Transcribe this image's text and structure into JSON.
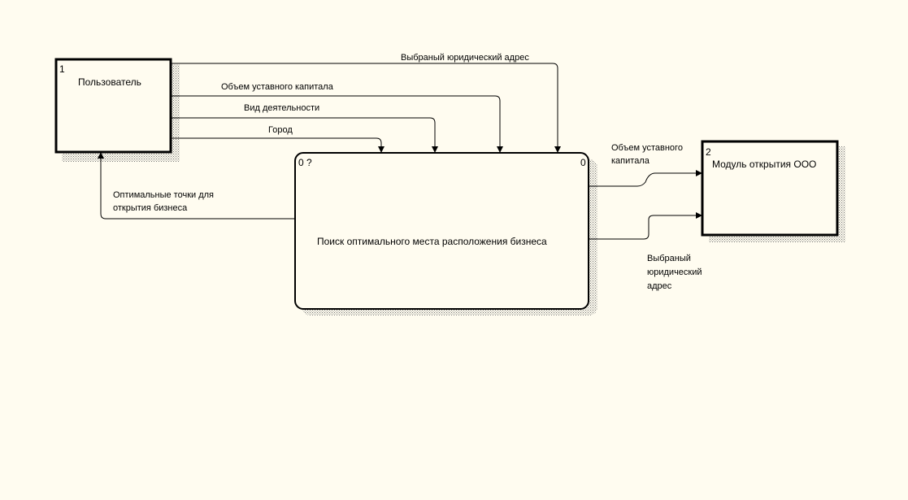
{
  "colors": {
    "background": "#fffcf0",
    "stroke": "#000000",
    "shadow": "#7a7a7a"
  },
  "entities": {
    "user": {
      "number": "1",
      "name": "Пользователь"
    },
    "module": {
      "number": "2",
      "name": "Модуль открытия ООО"
    }
  },
  "process": {
    "number": "0 ?",
    "corner_number": "0",
    "name": "Поиск оптимального места расположения бизнеса"
  },
  "flows": {
    "legal_address": "Выбраный юридический адрес",
    "capital": "Объем уставного капитала",
    "activity": "Вид деятельности",
    "city": "Город",
    "optimal_points": [
      "Оптимальные точки для",
      "открытия бизнеса"
    ],
    "out_capital": [
      "Объем уставного",
      "капитала"
    ],
    "out_address": [
      "Выбраный",
      "юридический",
      "адрес"
    ]
  }
}
